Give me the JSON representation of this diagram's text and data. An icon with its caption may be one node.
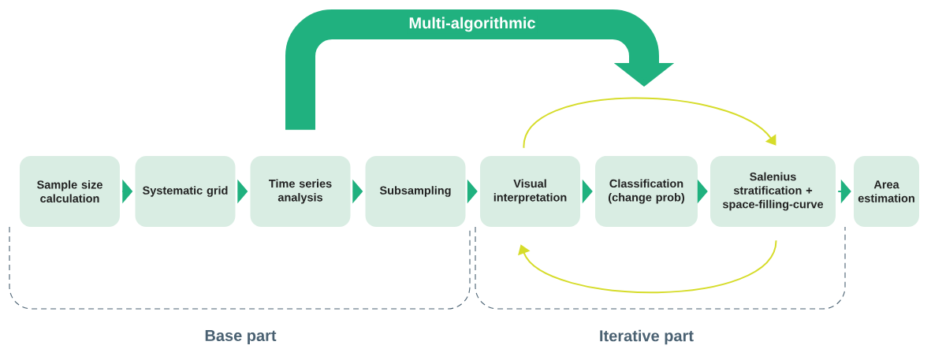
{
  "diagram": {
    "nodes": [
      {
        "text": [
          "Sample size calculation"
        ]
      },
      {
        "text": [
          "Systematic grid"
        ]
      },
      {
        "text": [
          "Time series analysis"
        ]
      },
      {
        "text": [
          "Subsampling"
        ]
      },
      {
        "text": [
          "Visual interpretation"
        ]
      },
      {
        "text": [
          "Classification (change prob)"
        ]
      },
      {
        "text": [
          "Salenius stratification + space-filling-curve"
        ]
      },
      {
        "text": [
          "Area estimation"
        ]
      }
    ],
    "edges": [
      {
        "from": 0,
        "to": 1,
        "arrow": "to"
      },
      {
        "from": 1,
        "to": 2,
        "arrow": "to"
      },
      {
        "from": 2,
        "to": 3,
        "arrow": "to"
      },
      {
        "from": 3,
        "to": 4,
        "arrow": "to"
      },
      {
        "from": 4,
        "to": 5,
        "arrow": "to"
      },
      {
        "from": 5,
        "to": 6,
        "arrow": "to"
      },
      {
        "from": 6,
        "to": 7,
        "arrow": "to"
      },
      {
        "from": 2,
        "to": null,
        "arrow": "to",
        "label": "Multi-algorithmic",
        "style": "thick"
      },
      {
        "from": 4,
        "to": 6,
        "arrow": "to",
        "color": "#d6dc2a"
      },
      {
        "from": 6,
        "to": 4,
        "arrow": "to",
        "color": "#d6dc2a"
      }
    ],
    "labels": [
      "Base part",
      "Iterative part"
    ]
  }
}
